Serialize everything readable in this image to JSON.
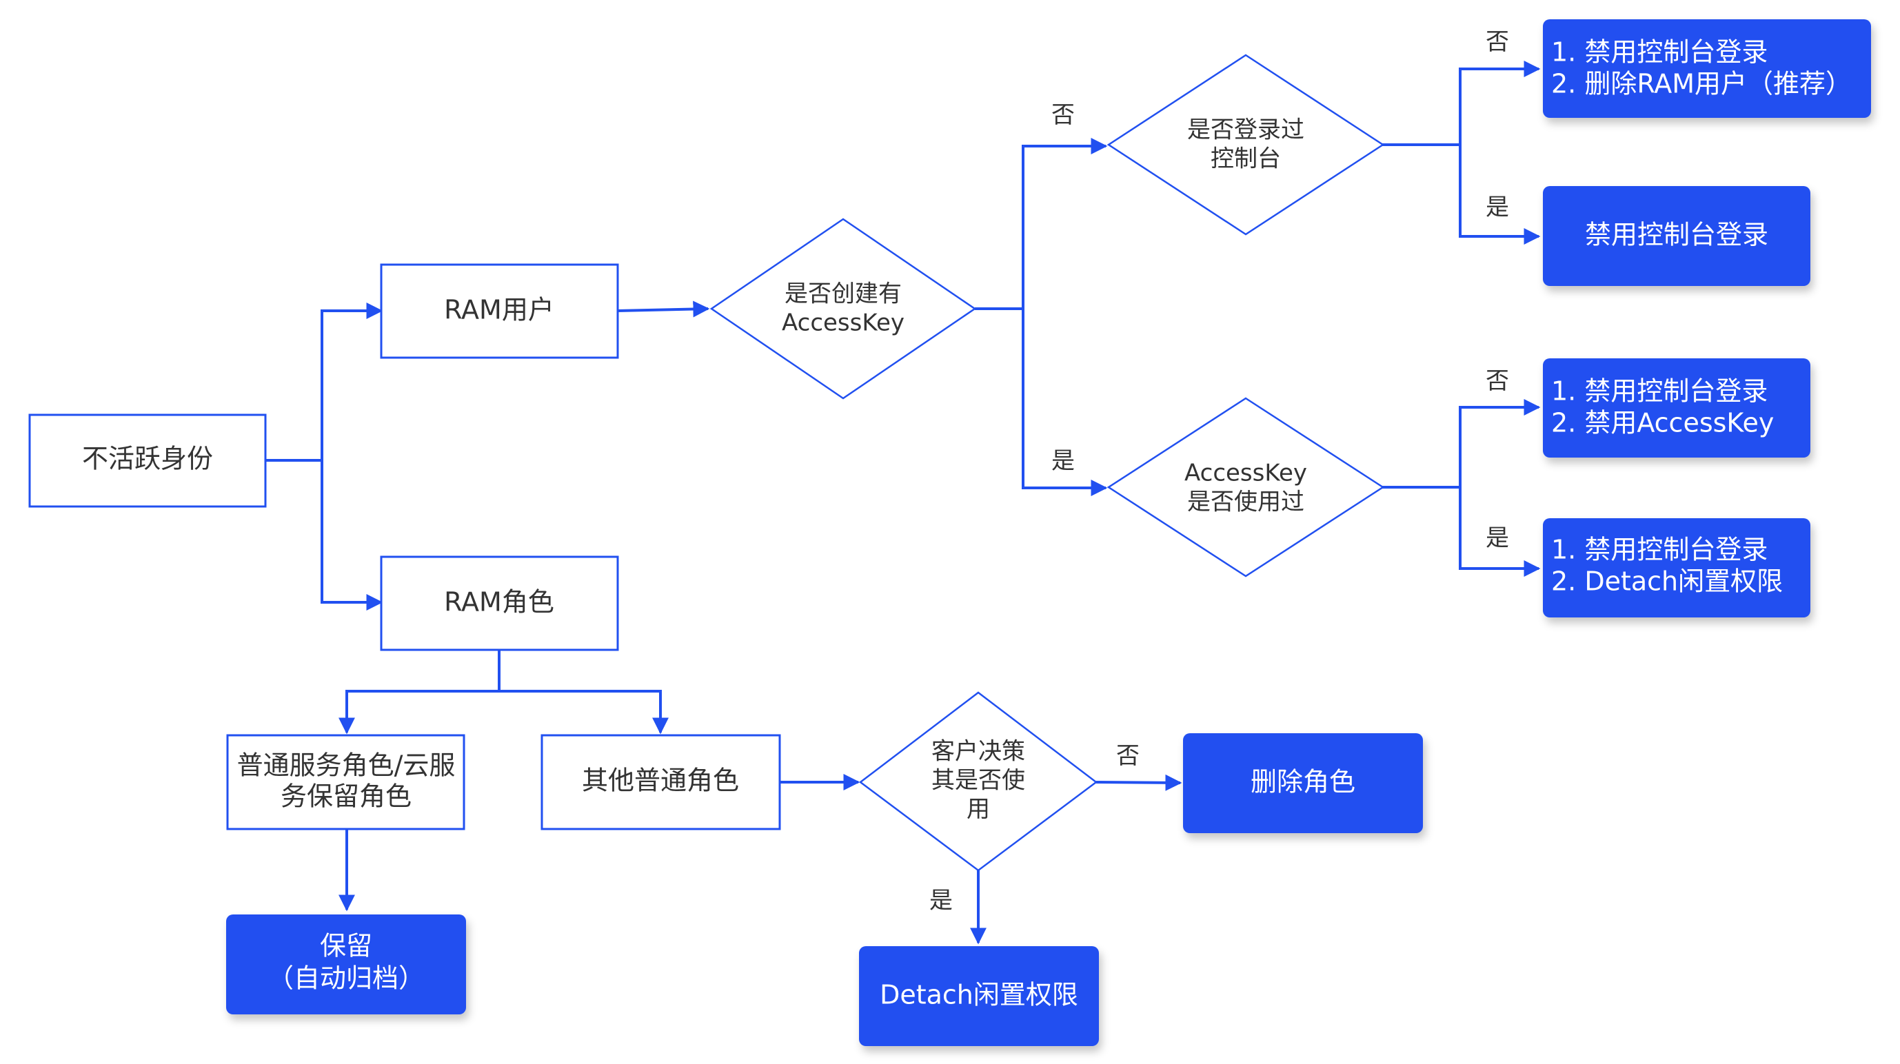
{
  "colors": {
    "accent": "#2150f0",
    "box_border": "#2150f0",
    "box_fill": "#ffffff",
    "action_fill": "#2150f0",
    "text_dark": "#333333",
    "text_light": "#ffffff"
  },
  "nodes": {
    "inactive_identity": "不活跃身份",
    "ram_user": "RAM用户",
    "ram_role": "RAM角色",
    "decision_accesskey": [
      "是否创建有",
      "AccessKey"
    ],
    "decision_console": [
      "是否登录过",
      "控制台"
    ],
    "decision_ak_used": [
      "AccessKey",
      "是否使用过"
    ],
    "decision_customer": [
      "客户决策",
      "其是否使",
      "用"
    ],
    "service_role": [
      "普通服务角色/云服",
      "务保留角色"
    ],
    "other_role": "其他普通角色",
    "action_disable_delete": [
      "1.  禁用控制台登录",
      "2.  删除RAM用户（推荐）"
    ],
    "action_disable_console": "禁用控制台登录",
    "action_disable_ak": [
      "1.  禁用控制台登录",
      "2.  禁用AccessKey"
    ],
    "action_disable_detach": [
      "1.  禁用控制台登录",
      "2.  Detach闲置权限"
    ],
    "action_delete_role": "删除角色",
    "action_keep": [
      "保留",
      "（自动归档）"
    ],
    "action_detach": "Detach闲置权限"
  },
  "edge_labels": {
    "no": "否",
    "yes": "是"
  }
}
